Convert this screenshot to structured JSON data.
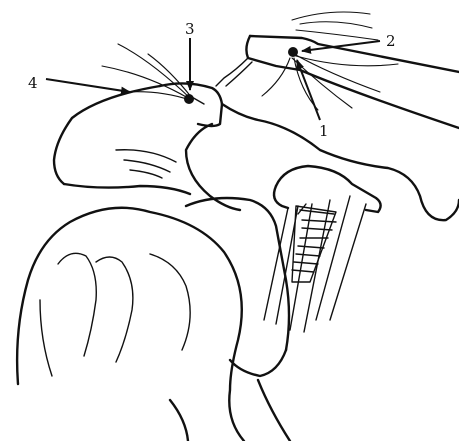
{
  "labels": {
    "l1": "1",
    "l2": "2",
    "l3": "3",
    "l4": "4"
  },
  "colors": {
    "ink": "#111111",
    "background": "#ffffff"
  }
}
